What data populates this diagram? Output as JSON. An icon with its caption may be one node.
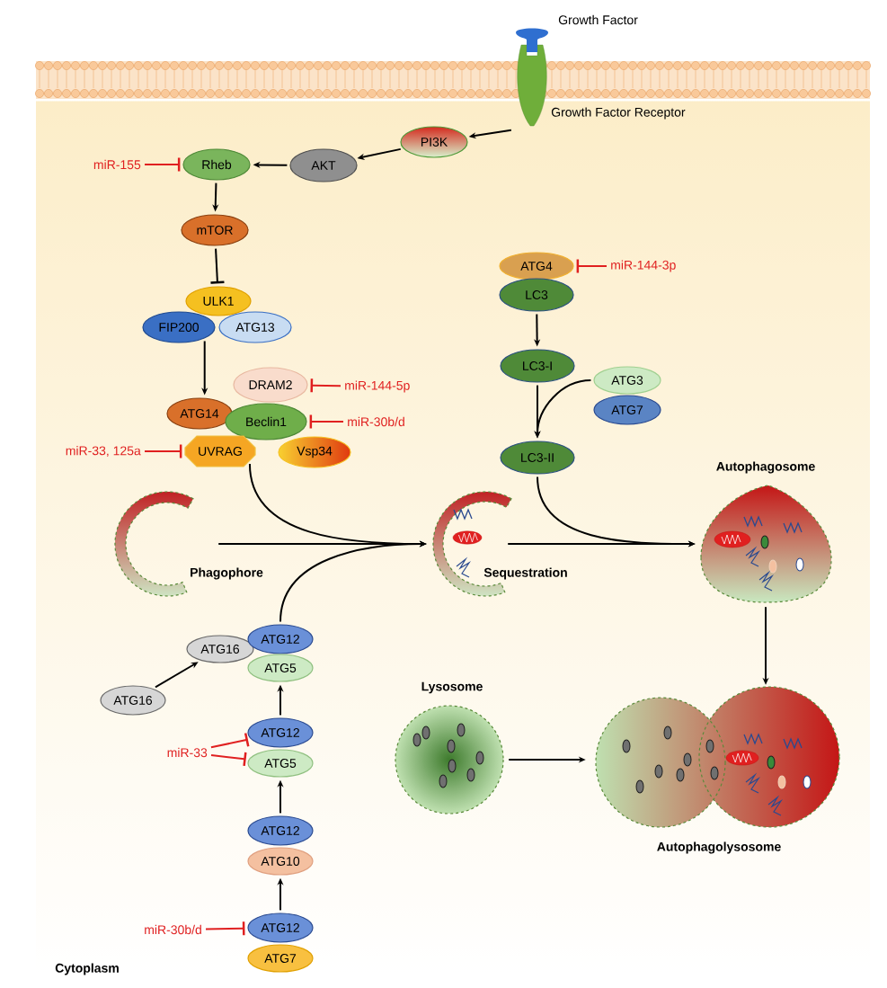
{
  "diagram": {
    "nodes": [
      {
        "text": [],
        "shape": "picture",
        "beside": [
          "Growth Factor",
          "Growth Factor Receptor"
        ]
      },
      {
        "text": [
          "PI3K"
        ]
      },
      {
        "text": [
          "AKT"
        ]
      },
      {
        "text": [
          "Rheb"
        ]
      },
      {
        "text": [
          "miR-155"
        ]
      },
      {
        "text": [
          "mTOR"
        ]
      },
      {
        "text": [
          "ULK1"
        ]
      },
      {
        "text": [
          "FIP200"
        ]
      },
      {
        "text": [
          "ATG13"
        ]
      },
      {
        "text": [
          "DRAM2"
        ]
      },
      {
        "text": [
          "miR-144-5p"
        ]
      },
      {
        "text": [
          "ATG14"
        ]
      },
      {
        "text": [
          "Beclin1"
        ]
      },
      {
        "text": [
          "miR-30b/d"
        ]
      },
      {
        "text": [
          "UVRAG"
        ]
      },
      {
        "text": [
          "Vsp34"
        ]
      },
      {
        "text": [
          "miR-33, 125a"
        ]
      },
      {
        "text": [],
        "shape": "picture",
        "beside": [
          "Phagophore"
        ]
      },
      {
        "text": [],
        "shape": "picture"
      },
      {
        "text": [
          "ATG4"
        ]
      },
      {
        "text": [
          "miR-144-3p"
        ]
      },
      {
        "text": [
          "LC3"
        ]
      },
      {
        "text": [
          "LC3-I"
        ]
      },
      {
        "text": [
          "ATG3"
        ]
      },
      {
        "text": [
          "ATG7"
        ]
      },
      {
        "text": [
          "LC3-II"
        ]
      },
      {
        "text": [],
        "shape": "picture",
        "beside": [
          "Autophagosome"
        ]
      },
      {
        "text": [],
        "shape": "picture",
        "beside": [
          "Lysosome"
        ]
      },
      {
        "text": [],
        "shape": "picture",
        "beside": [
          "Autophagolysosome"
        ]
      },
      {
        "text": [
          "ATG16"
        ]
      },
      {
        "text": [
          "ATG12"
        ]
      },
      {
        "text": [
          "ATG5"
        ]
      },
      {
        "text": [
          "ATG16"
        ]
      },
      {
        "text": [
          "ATG12"
        ]
      },
      {
        "text": [
          "ATG5"
        ]
      },
      {
        "text": [
          "miR-33"
        ]
      },
      {
        "text": [
          "ATG12"
        ]
      },
      {
        "text": [
          "ATG10"
        ]
      },
      {
        "text": [
          "miR-30b/d"
        ]
      },
      {
        "text": [
          "ATG12"
        ]
      },
      {
        "text": [
          "ATG7"
        ]
      }
    ],
    "edges": [
      {
        "from": 0,
        "to": 1,
        "arrow": "to"
      },
      {
        "from": 1,
        "to": 2,
        "arrow": "to"
      },
      {
        "from": 2,
        "to": 3,
        "arrow": "to"
      },
      {
        "from": 4,
        "to": 3,
        "arrow": "other",
        "color": "#e02020"
      },
      {
        "from": 3,
        "to": 5,
        "arrow": "to"
      },
      {
        "from": 5,
        "to": 6,
        "arrow": "other"
      },
      {
        "from": 7,
        "to": 11,
        "arrow": "to"
      },
      {
        "from": 10,
        "to": 9,
        "arrow": "other",
        "color": "#e02020"
      },
      {
        "from": 13,
        "to": 12,
        "arrow": "other",
        "color": "#e02020"
      },
      {
        "from": 16,
        "to": 14,
        "arrow": "other",
        "color": "#e02020"
      },
      {
        "from": 17,
        "to": 18,
        "arrow": "to"
      },
      {
        "from": 14,
        "to": 18,
        "arrow": "to"
      },
      {
        "from": 30,
        "to": 18,
        "arrow": "to"
      },
      {
        "from": 20,
        "to": 19,
        "arrow": "other",
        "color": "#e02020"
      },
      {
        "from": 21,
        "to": 22,
        "arrow": "to"
      },
      {
        "from": 22,
        "to": 25,
        "arrow": "to"
      },
      {
        "from": 23,
        "to": 25,
        "arrow": "to"
      },
      {
        "from": 18,
        "to": 26,
        "arrow": "to",
        "label": "Sequestration"
      },
      {
        "from": 25,
        "to": 26,
        "arrow": "to"
      },
      {
        "from": 26,
        "to": 28,
        "arrow": "to"
      },
      {
        "from": 27,
        "to": 28,
        "arrow": "to"
      },
      {
        "from": 32,
        "to": 29,
        "arrow": "to"
      },
      {
        "from": 33,
        "to": 31,
        "arrow": "to"
      },
      {
        "from": 36,
        "to": 34,
        "arrow": "to"
      },
      {
        "from": 39,
        "to": 37,
        "arrow": "to"
      },
      {
        "from": 35,
        "to": 33,
        "arrow": "other",
        "color": "#e02020"
      },
      {
        "from": 35,
        "to": 34,
        "arrow": "other",
        "color": "#e02020"
      },
      {
        "from": 38,
        "to": 39,
        "arrow": "other",
        "color": "#e02020"
      }
    ],
    "labels": [
      "Cytoplasm"
    ]
  }
}
